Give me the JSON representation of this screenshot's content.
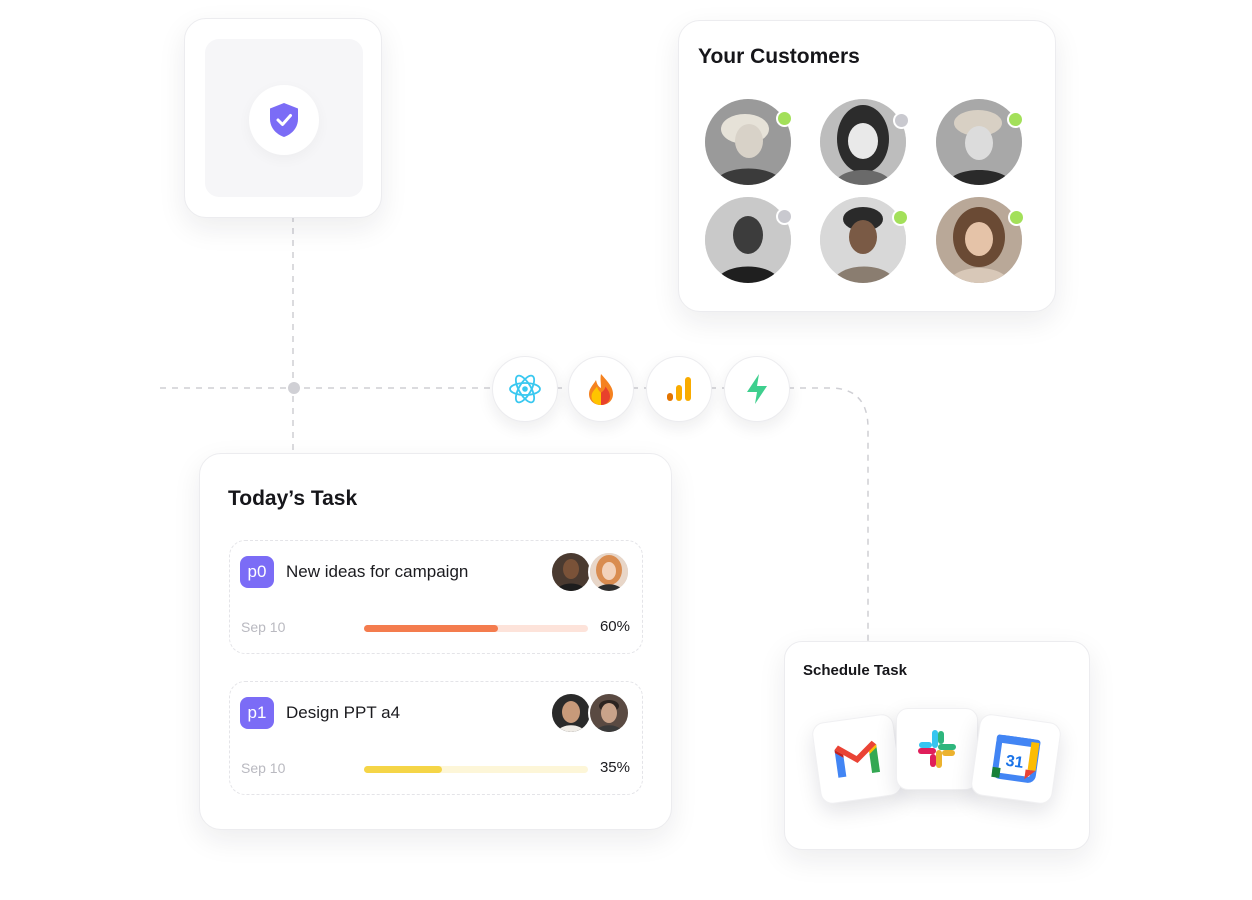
{
  "customers": {
    "title": "Your Customers",
    "list": [
      {
        "status": "online"
      },
      {
        "status": "offline"
      },
      {
        "status": "online"
      },
      {
        "status": "offline"
      },
      {
        "status": "online"
      },
      {
        "status": "online"
      }
    ]
  },
  "integrations": [
    {
      "icon": "react-icon"
    },
    {
      "icon": "firebase-icon"
    },
    {
      "icon": "analytics-icon"
    },
    {
      "icon": "supabase-icon"
    }
  ],
  "tasks": {
    "title": "Today’s Task",
    "items": [
      {
        "tag": "p0",
        "title": "New ideas for campaign",
        "date": "Sep 10",
        "percent_label": "60%",
        "progress": 0.6
      },
      {
        "tag": "p1",
        "title": "Design PPT a4",
        "date": "Sep 10",
        "percent_label": "35%",
        "progress": 0.35
      }
    ]
  },
  "schedule": {
    "title": "Schedule Task",
    "apps": [
      "gmail-icon",
      "slack-icon",
      "google-calendar-icon"
    ],
    "calendar_day": "31"
  },
  "colors": {
    "accent": "#7b6cf6",
    "online": "#a3e05a",
    "offline": "#c9c9cf",
    "progress_orange": "#f47c4e",
    "progress_orange_track": "#fde3da",
    "progress_yellow": "#f5d547",
    "progress_yellow_track": "#fdf6d8"
  }
}
